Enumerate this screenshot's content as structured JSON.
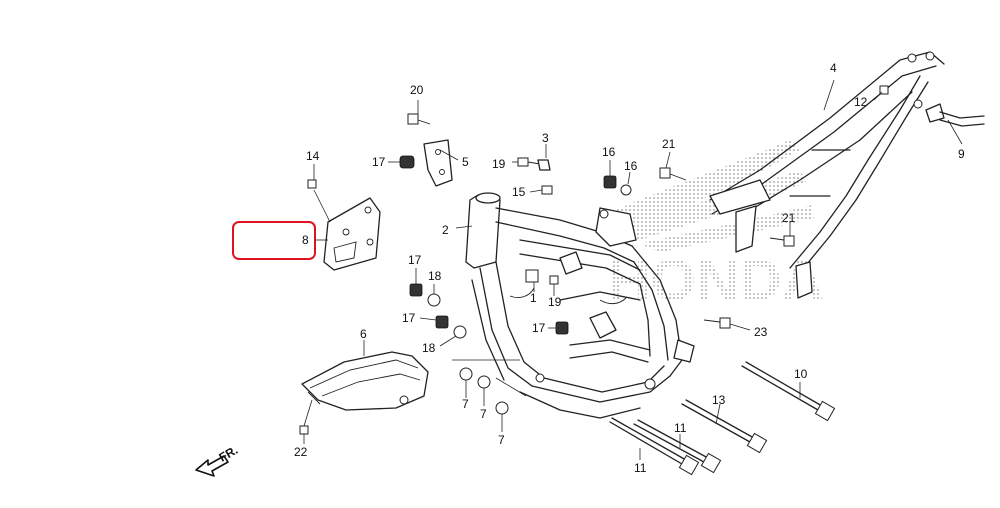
{
  "watermark": {
    "brand": "HONDA"
  },
  "direction_indicator": {
    "label": "FR."
  },
  "highlight": {
    "part_ref": "8",
    "color": "#e0141e"
  },
  "callouts": [
    {
      "id": "c20",
      "label": "20"
    },
    {
      "id": "c5",
      "label": "5"
    },
    {
      "id": "c3",
      "label": "3"
    },
    {
      "id": "c14",
      "label": "14"
    },
    {
      "id": "c17a",
      "label": "17"
    },
    {
      "id": "c19a",
      "label": "19"
    },
    {
      "id": "c15",
      "label": "15"
    },
    {
      "id": "c16a",
      "label": "16"
    },
    {
      "id": "c16b",
      "label": "16"
    },
    {
      "id": "c21a",
      "label": "21"
    },
    {
      "id": "c4",
      "label": "4"
    },
    {
      "id": "c12",
      "label": "12"
    },
    {
      "id": "c9",
      "label": "9"
    },
    {
      "id": "c2",
      "label": "2"
    },
    {
      "id": "c8",
      "label": "8"
    },
    {
      "id": "c21b",
      "label": "21"
    },
    {
      "id": "c17b",
      "label": "17"
    },
    {
      "id": "c18a",
      "label": "18"
    },
    {
      "id": "c1",
      "label": "1"
    },
    {
      "id": "c19b",
      "label": "19"
    },
    {
      "id": "c17c",
      "label": "17"
    },
    {
      "id": "c17d",
      "label": "17"
    },
    {
      "id": "c18b",
      "label": "18"
    },
    {
      "id": "c23",
      "label": "23"
    },
    {
      "id": "c6",
      "label": "6"
    },
    {
      "id": "c10",
      "label": "10"
    },
    {
      "id": "c7a",
      "label": "7"
    },
    {
      "id": "c7b",
      "label": "7"
    },
    {
      "id": "c13",
      "label": "13"
    },
    {
      "id": "c7c",
      "label": "7"
    },
    {
      "id": "c11a",
      "label": "11"
    },
    {
      "id": "c22",
      "label": "22"
    },
    {
      "id": "c11b",
      "label": "11"
    }
  ]
}
